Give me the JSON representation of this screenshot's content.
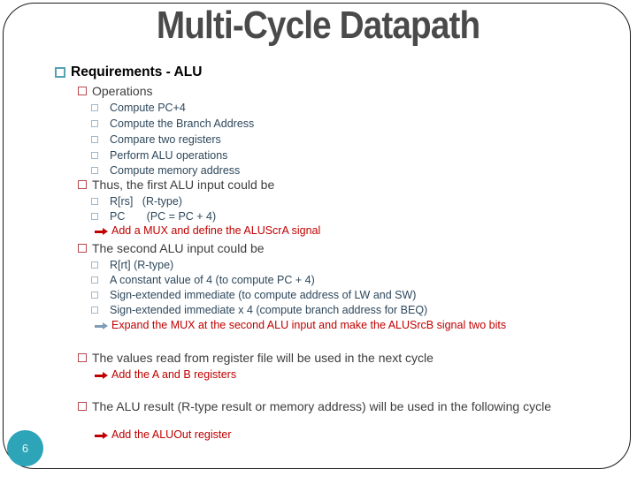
{
  "slide": {
    "title": "Multi-Cycle Datapath",
    "page_number": "6"
  },
  "icons": {
    "forward_arrow": "➔",
    "hollow_square_bullet": "□"
  },
  "colors": {
    "title_text": "#4a4a4a",
    "level1_bullet": "#56a1b3",
    "level2_bullet": "#b5494f",
    "level3_bullet": "#a3b8c8",
    "body_text": "#2e485c",
    "heading_text": "#3d3d3d",
    "accent_red": "#c00000",
    "arrow_blue_gray": "#7e9db7",
    "page_circle": "#2da4b8"
  },
  "content": {
    "l1": {
      "text": "Requirements - ALU"
    },
    "operations": {
      "heading": "Operations",
      "items": [
        "Compute PC+4",
        "Compute the Branch Address",
        "Compare two registers",
        "Perform ALU operations",
        "Compute memory address"
      ]
    },
    "first_alu": {
      "heading": "Thus, the first ALU input could be",
      "items": [
        "R[rs]   (R-type)",
        "PC       (PC = PC + 4)"
      ],
      "arrow": "Add a MUX and define the ALUScrA signal"
    },
    "second_alu": {
      "heading": "The second ALU input could be",
      "items": [
        "R[rt] (R-type)",
        "A constant value of 4 (to compute PC + 4)",
        "Sign-extended immediate (to compute address of LW and SW)",
        "Sign-extended immediate x 4 (compute branch address for BEQ)"
      ],
      "arrow": "Expand the MUX at the second ALU input and make the ALUSrcB signal two bits"
    },
    "register_file": {
      "heading": "The values read from register file will be used in the next cycle",
      "arrow": "Add the A and B registers"
    },
    "alu_result": {
      "heading": "The ALU result (R-type result or memory address) will be used in the following cycle",
      "arrow": "Add the ALUOut register"
    }
  }
}
